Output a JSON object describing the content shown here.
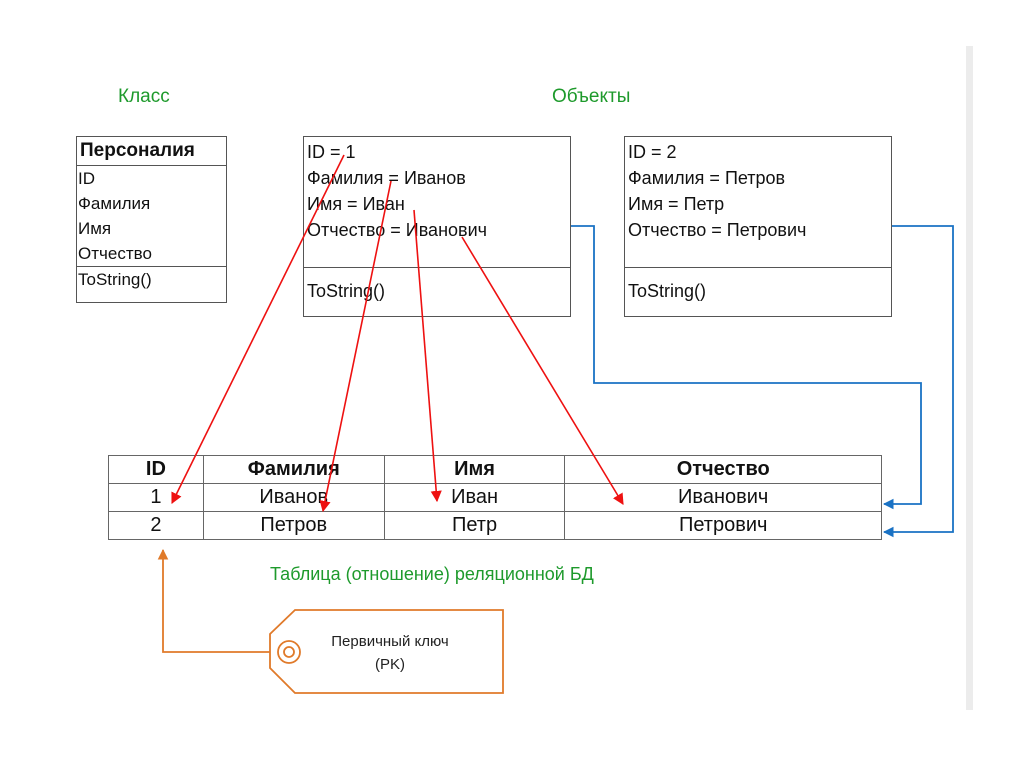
{
  "labels": {
    "class_heading": "Класс",
    "objects_heading": "Объекты",
    "table_caption": "Таблица (отношение) реляционной БД"
  },
  "class_box": {
    "name": "Персоналия",
    "attributes": [
      "ID",
      "Фамилия",
      "Имя",
      "Отчество"
    ],
    "methods": [
      "ToString()"
    ]
  },
  "objects": [
    {
      "attributes": [
        "ID = 1",
        "Фамилия = Иванов",
        "Имя = Иван",
        "Отчество = Иванович"
      ],
      "methods": [
        "ToString()"
      ]
    },
    {
      "attributes": [
        "ID = 2",
        "Фамилия = Петров",
        "Имя = Петр",
        "Отчество = Петрович"
      ],
      "methods": [
        "ToString()"
      ]
    }
  ],
  "table": {
    "columns": [
      "ID",
      "Фамилия",
      "Имя",
      "Отчество"
    ],
    "rows": [
      [
        "1",
        "Иванов",
        "Иван",
        "Иванович"
      ],
      [
        "2",
        "Петров",
        "Петр",
        "Петрович"
      ]
    ]
  },
  "primary_key_tag": {
    "line1": "Первичный ключ",
    "line2": "(PK)"
  },
  "colors": {
    "heading_green": "#1e9a2c",
    "field_arrow_red": "#ee1111",
    "object_row_blue": "#1a72c4",
    "pk_orange": "#e07a2a"
  }
}
